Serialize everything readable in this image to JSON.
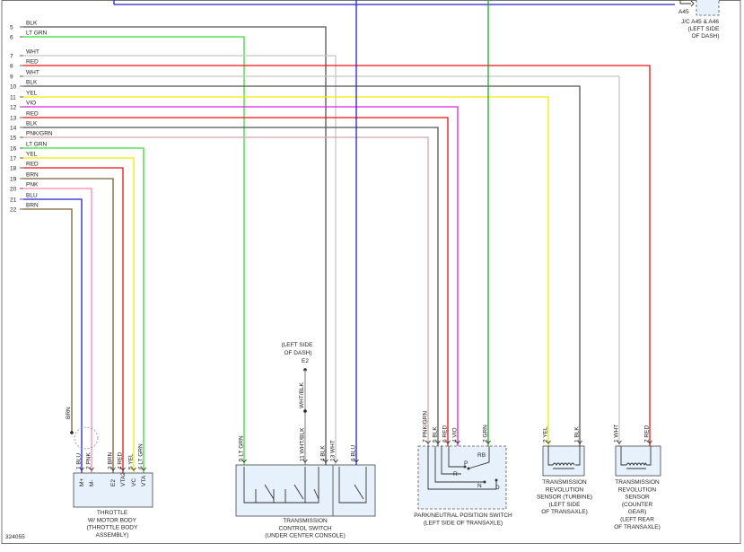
{
  "diagram_id": "324055",
  "colors": {
    "BLK": "#555555",
    "LT GRN": "#33dd33",
    "WHT": "#c8c8c8",
    "RED": "#ee1111",
    "YEL": "#eeee00",
    "VIO": "#dd22dd",
    "PNK/GRN": "#d0a8a8",
    "BRN": "#7a6030",
    "PNK": "#ff88aa",
    "BLU": "#2222cc",
    "WHT/BLK": "#999999",
    "GRN": "#22aa22"
  },
  "header": {
    "pin": "A45",
    "caption": [
      "J/C A45 & A46",
      "(LEFT SIDE",
      "OF DASH)"
    ]
  },
  "pins": [
    {
      "num": "5",
      "color": "BLK"
    },
    {
      "num": "6",
      "color": "LT GRN"
    },
    {
      "num": "7",
      "color": "WHT"
    },
    {
      "num": "8",
      "color": "RED"
    },
    {
      "num": "9",
      "color": "WHT"
    },
    {
      "num": "10",
      "color": "BLK"
    },
    {
      "num": "11",
      "color": "YEL"
    },
    {
      "num": "12",
      "color": "VIO"
    },
    {
      "num": "13",
      "color": "RED"
    },
    {
      "num": "14",
      "color": "BLK"
    },
    {
      "num": "15",
      "color": "PNK/GRN"
    },
    {
      "num": "16",
      "color": "LT GRN"
    },
    {
      "num": "17",
      "color": "YEL"
    },
    {
      "num": "18",
      "color": "RED"
    },
    {
      "num": "19",
      "color": "BRN"
    },
    {
      "num": "20",
      "color": "PNK"
    },
    {
      "num": "21",
      "color": "BLU"
    },
    {
      "num": "22",
      "color": "BRN"
    }
  ],
  "ground": {
    "caption": [
      "(LEFT SIDE",
      "OF DASH)"
    ],
    "id": "E2",
    "wire": "WHT/BLK"
  },
  "components": {
    "throttle": {
      "caption": [
        "THROTTLE",
        "W/ MOTOR BODY",
        "(THROTTLE BODY",
        "ASSEMBLY)"
      ],
      "terminals": [
        {
          "pin": "1",
          "wire": "BLU",
          "name": "M+"
        },
        {
          "pin": "2",
          "wire": "PNK",
          "name": "M-"
        },
        {
          "pin": "3",
          "wire": "BRN",
          "name": "E2"
        },
        {
          "pin": "4",
          "wire": "RED",
          "name": "VTA2"
        },
        {
          "pin": "5",
          "wire": "YEL",
          "name": "VC"
        },
        {
          "pin": "6",
          "wire": "LT GRN",
          "name": "VTA"
        }
      ],
      "extra_wire": "BRN"
    },
    "tcs": {
      "caption": [
        "TRANSMISSION",
        "CONTROL SWITCH",
        "(UNDER CENTER CONSOLE)"
      ],
      "terminals": [
        {
          "pin": "5",
          "wire": "LT GRN"
        },
        {
          "pin": "11",
          "wire": "WHT/BLK"
        },
        {
          "pin": "4",
          "wire": "BLK"
        },
        {
          "pin": "13",
          "wire": "WHT"
        },
        {
          "pin": "6",
          "wire": "BLU"
        }
      ]
    },
    "pnp": {
      "caption": [
        "PARK/NEUTRAL POSITION SWITCH",
        "(LEFT SIDE OF TRANSAXLE)"
      ],
      "terminals": [
        {
          "pin": "7",
          "wire": "PNK/GRN"
        },
        {
          "pin": "5",
          "wire": "BLK"
        },
        {
          "pin": "6",
          "wire": "RED"
        },
        {
          "pin": "4",
          "wire": "VIO"
        },
        {
          "pin": "2",
          "wire": "GRN"
        }
      ],
      "positions": [
        "RB",
        "P",
        "R",
        "N",
        "D"
      ]
    },
    "turbine": {
      "caption": [
        "TRANSMISSION",
        "REVOLUTION",
        "SENSOR (TURBINE)",
        "(LEFT SIDE",
        "OF TRANSAXLE)"
      ],
      "terminals": [
        {
          "pin": "2",
          "wire": "YEL"
        },
        {
          "pin": "1",
          "wire": "BLK"
        }
      ]
    },
    "counter": {
      "caption": [
        "TRANSMISSION",
        "REVOLUTION",
        "SENSOR",
        "(COUNTER",
        "GEAR)",
        "(LEFT REAR",
        "OF TRANSAXLE)"
      ],
      "terminals": [
        {
          "pin": "1",
          "wire": "WHT"
        },
        {
          "pin": "2",
          "wire": "RED"
        }
      ]
    }
  }
}
